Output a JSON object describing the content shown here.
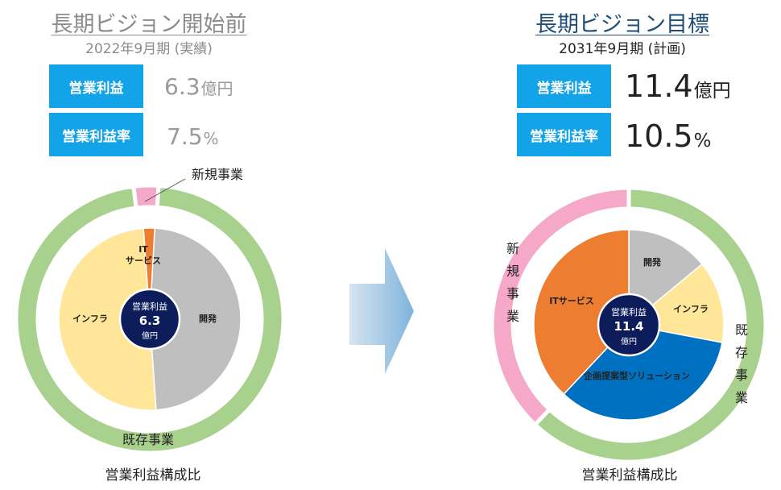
{
  "chart_data": [
    {
      "type": "pie",
      "title": "長期ビジョン開始前",
      "subtitle": "2022年9月期 (実績)",
      "kpis": [
        {
          "label": "営業利益",
          "value": "6.3",
          "unit": "億円"
        },
        {
          "label": "営業利益率",
          "value": "7.5",
          "unit": "%"
        }
      ],
      "inner_ring": {
        "slices": [
          {
            "name": "ITサービス",
            "label_lines": [
              "IT",
              "サービス"
            ],
            "value": 2.0,
            "color": "#ed7d31"
          },
          {
            "name": "開発",
            "label_lines": [
              "開発"
            ],
            "value": 48.0,
            "color": "#bfbfbf"
          },
          {
            "name": "インフラ",
            "label_lines": [
              "インフラ"
            ],
            "value": 50.0,
            "color": "#ffe699"
          }
        ]
      },
      "outer_ring": {
        "slices": [
          {
            "name": "新規事業",
            "value": 3.0,
            "color": "#f6a8c8"
          },
          {
            "name": "既存事業",
            "value": 97.0,
            "color": "#a9d18e"
          }
        ]
      },
      "center": {
        "line1": "営業利益",
        "line2": "6.3",
        "line3": "億円"
      },
      "caption": "営業利益構成比"
    },
    {
      "type": "pie",
      "title": "長期ビジョン目標",
      "subtitle": "2031年9月期 (計画)",
      "kpis": [
        {
          "label": "営業利益",
          "value": "11.4",
          "unit": "億円"
        },
        {
          "label": "営業利益率",
          "value": "10.5",
          "unit": "%"
        }
      ],
      "inner_ring": {
        "slices": [
          {
            "name": "開発",
            "label_lines": [
              "開発"
            ],
            "value": 14.0,
            "color": "#bfbfbf"
          },
          {
            "name": "インフラ",
            "label_lines": [
              "インフラ"
            ],
            "value": 14.0,
            "color": "#ffe699"
          },
          {
            "name": "企画提案型ソリューション",
            "label_lines": [
              "企画提案型ソリューション"
            ],
            "value": 34.0,
            "color": "#0070c0"
          },
          {
            "name": "ITサービス",
            "label_lines": [
              "ITサービス"
            ],
            "value": 38.0,
            "color": "#ed7d31"
          }
        ]
      },
      "outer_ring": {
        "slices": [
          {
            "name": "既存事業",
            "value": 62.0,
            "color": "#a9d18e"
          },
          {
            "name": "新規事業",
            "value": 38.0,
            "color": "#f6a8c8"
          }
        ]
      },
      "center": {
        "line1": "営業利益",
        "line2": "11.4",
        "line3": "億円"
      },
      "caption": "営業利益構成比"
    }
  ]
}
